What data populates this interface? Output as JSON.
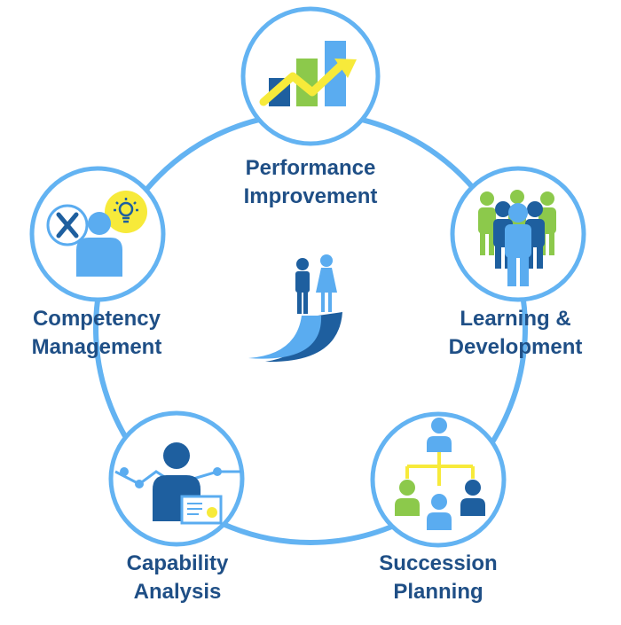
{
  "colors": {
    "ring": "#63b3f2",
    "text": "#1f4f86",
    "dark_blue": "#1e5f9f",
    "light_blue": "#5aacf0",
    "green": "#8cc94b",
    "yellow": "#f7ea3a"
  },
  "nodes": {
    "performance": {
      "line1": "Performance",
      "line2": "Improvement"
    },
    "learning": {
      "line1": "Learning &",
      "line2": "Development"
    },
    "succession": {
      "line1": "Succession",
      "line2": "Planning"
    },
    "capability": {
      "line1": "Capability",
      "line2": "Analysis"
    },
    "competency": {
      "line1": "Competency",
      "line2": "Management"
    }
  }
}
